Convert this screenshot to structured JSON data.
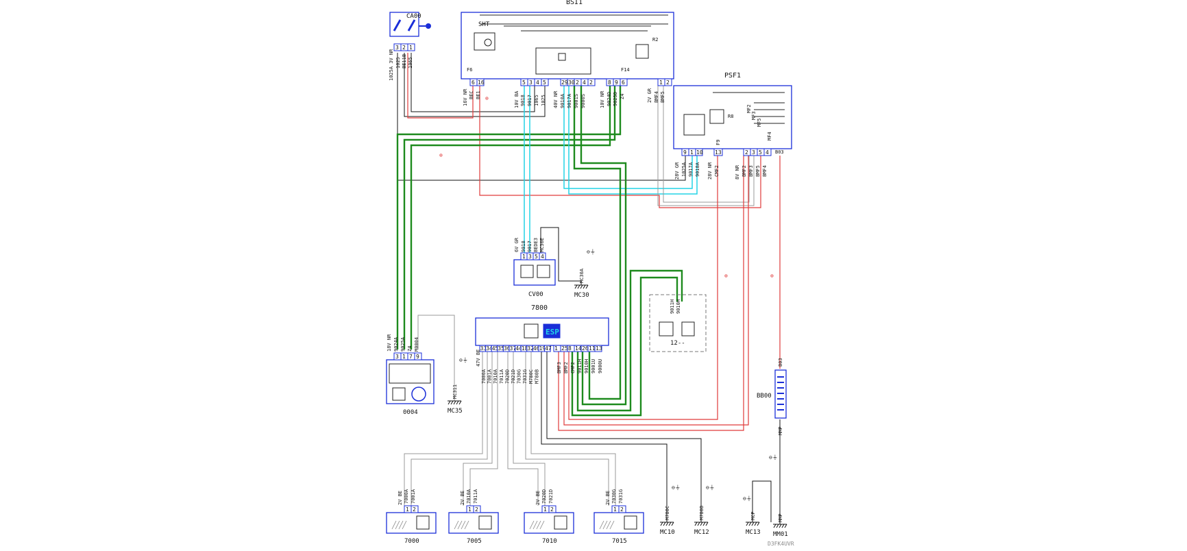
{
  "colors": {
    "component_border": "#1a2ed8",
    "wire_red": "#e03a3a",
    "wire_green": "#1d8a1d",
    "wire_cyan": "#22d3e6",
    "wire_black": "#111111",
    "wire_gray": "#999999",
    "esp_text": "#22d3e6"
  },
  "components": {
    "bsi": {
      "label": "BSI1",
      "fuse_left": "F6",
      "fuse_right": "F14",
      "shunt": "SHT",
      "relay": "R2"
    },
    "ca00": {
      "label": "CA00"
    },
    "psf1": {
      "label": "PSF1",
      "fuse": "F9",
      "relay": "R8",
      "strip": [
        "MF2",
        "MF3",
        "MF5",
        "MF4"
      ]
    },
    "cv00": {
      "label": "CV00"
    },
    "esp": {
      "label": "7800",
      "badge": "ESP"
    },
    "c0004": {
      "label": "0004"
    },
    "c12": {
      "label": "12--"
    },
    "bb00": {
      "label": "BB00",
      "top_tag": "B03",
      "bottom_tag": "MMP"
    },
    "sensors": [
      {
        "label": "7000",
        "connector": "2V BE",
        "wires": [
          "7000A",
          "7001A"
        ],
        "pins": [
          "1",
          "2"
        ]
      },
      {
        "label": "7005",
        "connector": "2V BE",
        "wires": [
          "7010A",
          "7011A"
        ],
        "pins": [
          "1",
          "2"
        ]
      },
      {
        "label": "7010",
        "connector": "2V BE",
        "wires": [
          "7020D",
          "7021D"
        ],
        "pins": [
          "1",
          "2"
        ]
      },
      {
        "label": "7015",
        "connector": "2V BE",
        "wires": [
          "7030G",
          "7031G"
        ],
        "pins": [
          "1",
          "2"
        ]
      }
    ]
  },
  "grounds": [
    {
      "id": "MC30",
      "wire": "MC30A"
    },
    {
      "id": "MC35",
      "wire": "MC311"
    },
    {
      "id": "MC10",
      "wire": "M780C"
    },
    {
      "id": "MC12",
      "wire": "M780B"
    },
    {
      "id": "MC13",
      "wire": "MCP"
    },
    {
      "id": "MM01",
      "wire": "MMP"
    }
  ],
  "connectors": {
    "ca00_conn": {
      "code": "1025A 3V NR",
      "pins": [
        "3",
        "2",
        "1"
      ],
      "wires": [
        "1025",
        "BE11B",
        "1065"
      ]
    },
    "bsi_left": {
      "code": "16V NR",
      "pins": [
        "6",
        "16"
      ],
      "wires": [
        "BEC",
        "BE1"
      ]
    },
    "bsi_mid1": {
      "code": "10V BA",
      "pins": [
        "5",
        "3",
        "4",
        "5"
      ],
      "wires": [
        "9018",
        "9017",
        "1065",
        "1025"
      ]
    },
    "bsi_mid2": {
      "code": "40V NR",
      "pins": [
        "29",
        "30",
        "2",
        "4",
        "2"
      ],
      "wires": [
        "9010A",
        "9017A",
        "9001S",
        "9000S",
        ""
      ]
    },
    "bsi_mid3": {
      "code": "10V NR",
      "pins": [
        "8",
        "9",
        "6"
      ],
      "wires": [
        "9024D",
        "9025D",
        "Z4"
      ]
    },
    "bsi_right": {
      "code": "2V GR",
      "pins": [
        "1",
        "2"
      ],
      "wires": [
        "BMF4",
        "BMF5"
      ]
    },
    "psf1_left": {
      "code": "28V GR",
      "pins": [
        "9",
        "1",
        "10"
      ],
      "wires": [
        "1025A",
        "9017A",
        "9018A"
      ]
    },
    "psf1_mid": {
      "code": "28V NR",
      "pins": [
        "13"
      ],
      "wires": [
        "CMF2"
      ]
    },
    "psf1_right": {
      "code": "8V NR",
      "pins": [
        "2",
        "3",
        "5",
        "4"
      ],
      "wires": [
        "BMF2",
        "BMF3",
        "BMF5",
        "BMF4"
      ]
    },
    "psf1_b03": {
      "tag": "B03"
    },
    "cv00_conn": {
      "code": "6V GR",
      "pins": [
        "1",
        "3",
        "5",
        "4"
      ],
      "wires": [
        "9018",
        "9017",
        "BEDE3",
        "MC30E"
      ]
    },
    "c0004_conn": {
      "code": "18V NR",
      "pins": [
        "3",
        "1",
        "7",
        "9"
      ],
      "wires": [
        "9024A",
        "9025A",
        "Z4",
        "M0004"
      ]
    },
    "esp_conn": {
      "code": "47V BE",
      "pins_left": [
        "33",
        "34",
        "45",
        "35",
        "36",
        "37",
        "44",
        "18",
        "32",
        "46",
        "19",
        "47"
      ],
      "wires_left": [
        "7000A",
        "7001A",
        "7010A",
        "7011A",
        "7020D",
        "7021D",
        "7030G",
        "7031G",
        "M780C",
        "M780B"
      ],
      "pins_right": [
        "1",
        "25",
        "8",
        "14",
        "26",
        "11",
        "13"
      ],
      "wires_right": [
        "BMF3",
        "BMF2",
        "CMF2",
        "9011H",
        "9010H",
        "9001U",
        "9000U"
      ]
    },
    "c12_conn": {
      "wires": [
        "9011H",
        "9010H"
      ]
    }
  },
  "symbols": {
    "ground": "⊖⏚",
    "relay_mark": "⊗"
  },
  "footer_code": "D3FK4UVR"
}
